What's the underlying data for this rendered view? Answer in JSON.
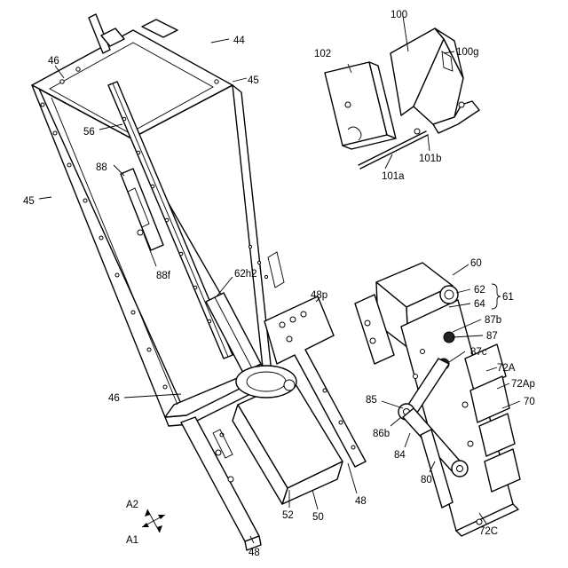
{
  "labels": {
    "l44": "44",
    "l45a": "45",
    "l45b": "45",
    "l46a": "46",
    "l46b": "46",
    "l56": "56",
    "l88": "88",
    "l88f": "88f",
    "l62h2": "62h2",
    "l48p": "48p",
    "l48a": "48",
    "l48b": "48",
    "l50": "50",
    "l52": "52",
    "lA1": "A1",
    "lA2": "A2",
    "l100": "100",
    "l100g": "100g",
    "l102": "102",
    "l101a": "101a",
    "l101b": "101b",
    "l60": "60",
    "l61": "61",
    "l62": "62",
    "l64": "64",
    "l87b": "87b",
    "l87": "87",
    "l87c": "87c",
    "l72A": "72A",
    "l72Ap": "72Ap",
    "l70": "70",
    "l85": "85",
    "l86b": "86b",
    "l84": "84",
    "l80": "80",
    "l72C": "72C"
  }
}
